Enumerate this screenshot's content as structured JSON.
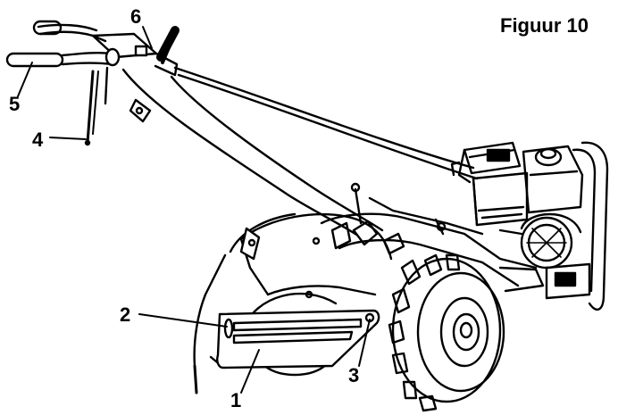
{
  "figure": {
    "title": "Figuur  10",
    "callouts": [
      "1",
      "2",
      "3",
      "4",
      "5",
      "6"
    ]
  },
  "colors": {
    "ink": "#000000",
    "paper": "#ffffff"
  }
}
